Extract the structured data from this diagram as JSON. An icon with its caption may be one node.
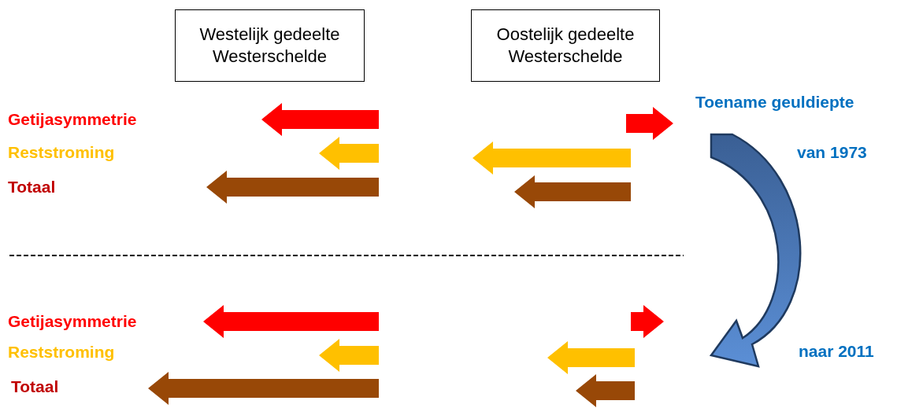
{
  "diagram": {
    "nodes": [
      {
        "text": [
          "Westelijk gedeelte Westerschelde"
        ]
      },
      {
        "text": [
          "Oostelijk gedeelte Westerschelde"
        ]
      }
    ],
    "labels": [
      "Toename geuldiepte",
      "Getijasymmetrie",
      "Reststroming",
      "van 1973",
      "Totaal",
      "Getijasymmetrie",
      "Reststroming",
      "naar 2011",
      "Totaal"
    ]
  }
}
